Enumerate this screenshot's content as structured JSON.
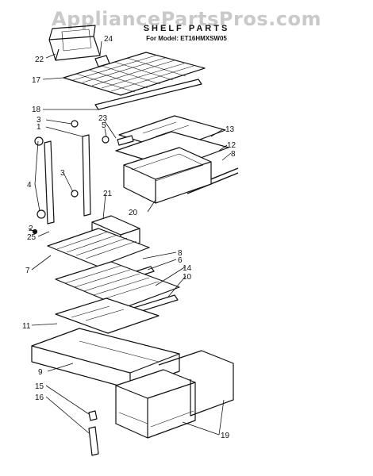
{
  "watermark": "AppliancePartsPros.com",
  "title": "SHELF PARTS",
  "model": "For Model: ET16HMXSW05",
  "callouts": {
    "c22": "22",
    "c24": "24",
    "c17": "17",
    "c18": "18",
    "c3a": "3",
    "c23": "23",
    "c5": "5",
    "c1": "1",
    "c13": "13",
    "c12": "12",
    "c8a": "8",
    "c3b": "3",
    "c4": "4",
    "c21": "21",
    "c20": "20",
    "c2": "2",
    "c25": "25",
    "c8b": "8",
    "c6": "6",
    "c7": "7",
    "c14": "14",
    "c10": "10",
    "c11": "11",
    "c9": "9",
    "c15": "15",
    "c16": "16",
    "c19": "19"
  }
}
